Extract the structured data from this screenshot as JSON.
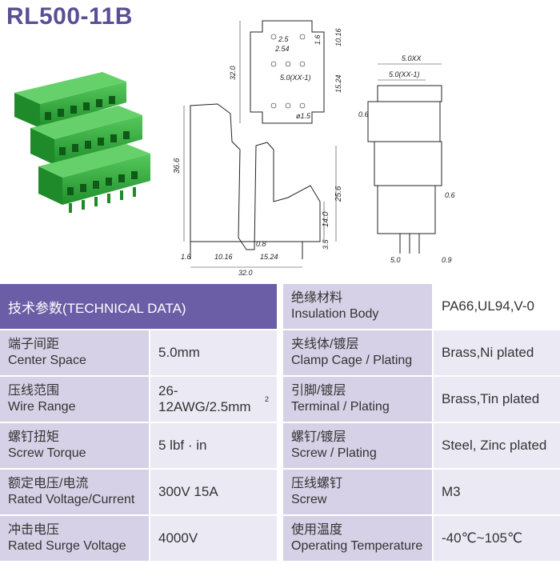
{
  "title": "RL500-11B",
  "drawing": {
    "top_view": {
      "dim_2_5": "2.5",
      "dim_2_54": "2.54",
      "dim_1_6": "1.6",
      "dim_10_16": "10.16",
      "dim_32": "32.0",
      "pitch": "5.0(XX-1)",
      "dim_15_24": "15.24",
      "hole": "ø1.5"
    },
    "side_view": {
      "dim_36_6": "36.6",
      "dim_25_6": "25.6",
      "dim_14_0": "14.0",
      "dim_3_5": "3.5",
      "dim_0_8": "0.8",
      "dim_1_6": "1.6",
      "dim_10_16": "10.16",
      "dim_15_24": "15.24",
      "dim_32": "32.0"
    },
    "front_view": {
      "dim_5_0xx": "5.0XX",
      "pitch": "5.0(XX-1)",
      "dim_0_6a": "0.6",
      "dim_0_6b": "0.6",
      "dim_5_0": "5.0",
      "dim_0_9": "0.9"
    }
  },
  "specs": {
    "header": "技术参数(TECHNICAL DATA)",
    "left": [
      {
        "cn": "端子间距",
        "en": "Center Space",
        "value": "5.0mm"
      },
      {
        "cn": "压线范围",
        "en": "Wire Range",
        "value": "26-12AWG/2.5mm",
        "sup": "2"
      },
      {
        "cn": "螺钉扭矩",
        "en": "Screw Torque",
        "value": "5 lbf · in"
      },
      {
        "cn": "额定电压/电流",
        "en": "Rated Voltage/Current",
        "value": "300V 15A"
      },
      {
        "cn": "冲击电压",
        "en": "Rated Surge Voltage",
        "value": "4000V"
      }
    ],
    "right": [
      {
        "cn": "绝缘材料",
        "en": "Insulation Body",
        "value": "PA66,UL94,V-0"
      },
      {
        "cn": "夹线体/镀层",
        "en": "Clamp Cage / Plating",
        "value": "Brass,Ni plated"
      },
      {
        "cn": "引脚/镀层",
        "en": "Terminal / Plating",
        "value": "Brass,Tin plated"
      },
      {
        "cn": "螺钉/镀层",
        "en": "Screw / Plating",
        "value": "Steel, Zinc plated"
      },
      {
        "cn": "压线螺钉",
        "en": "Screw",
        "value": "M3"
      },
      {
        "cn": "使用温度",
        "en": "Operating Temperature",
        "value": "-40℃~105℃"
      }
    ]
  },
  "colors": {
    "brand": "#5a4f94",
    "header_bg": "#6b5ea6",
    "label_bg": "#d6d1e6",
    "value_bg": "#ebe9f4",
    "product_green": "#2fae3a"
  }
}
